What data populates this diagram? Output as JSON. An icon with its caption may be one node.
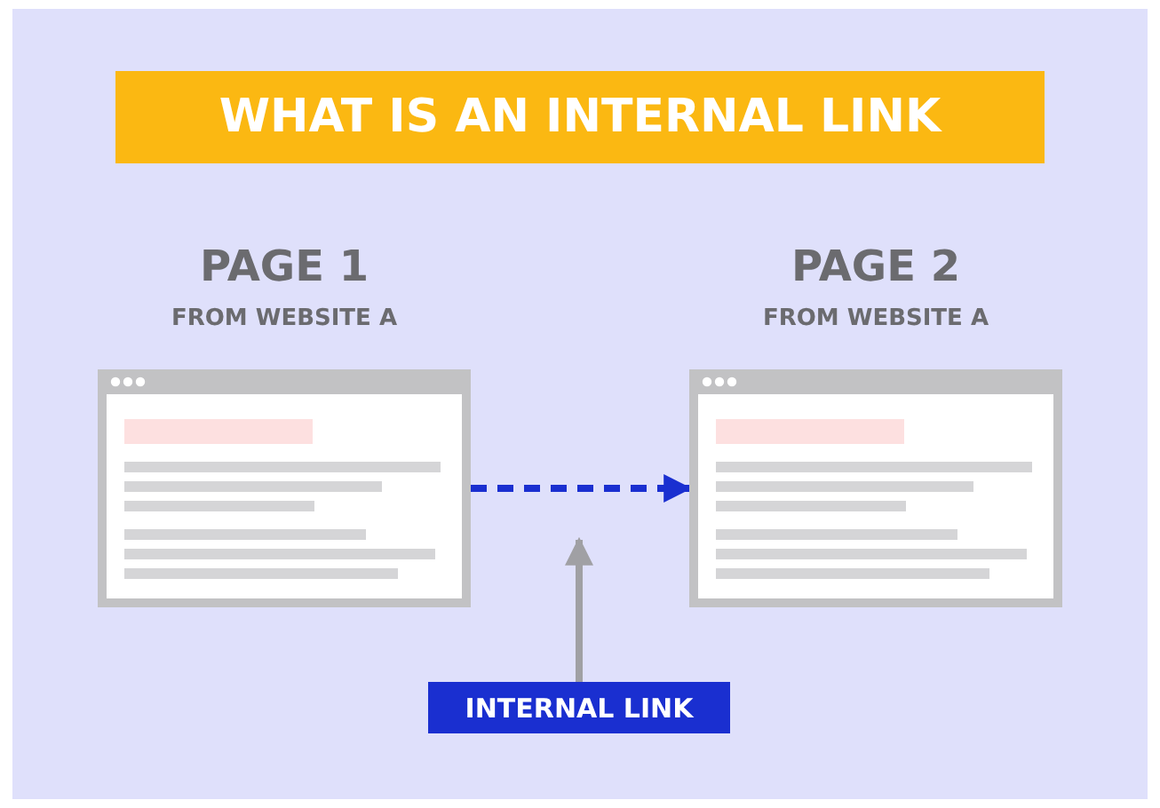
{
  "diagram": {
    "title": "WHAT IS AN INTERNAL LINK",
    "nodes": [
      {
        "text": [
          "PAGE 1",
          "FROM WEBSITE A"
        ]
      },
      {
        "text": [
          "PAGE 2",
          "FROM WEBSITE A"
        ]
      },
      {
        "text": [
          "INTERNAL LINK"
        ]
      }
    ],
    "edges": [
      {
        "from": 0,
        "to": 1,
        "arrow": "to",
        "style": "dashed",
        "color": "#1a2fd0"
      },
      {
        "from": 2,
        "to": null,
        "arrow": "to",
        "color": "#a0a0a4"
      }
    ]
  }
}
